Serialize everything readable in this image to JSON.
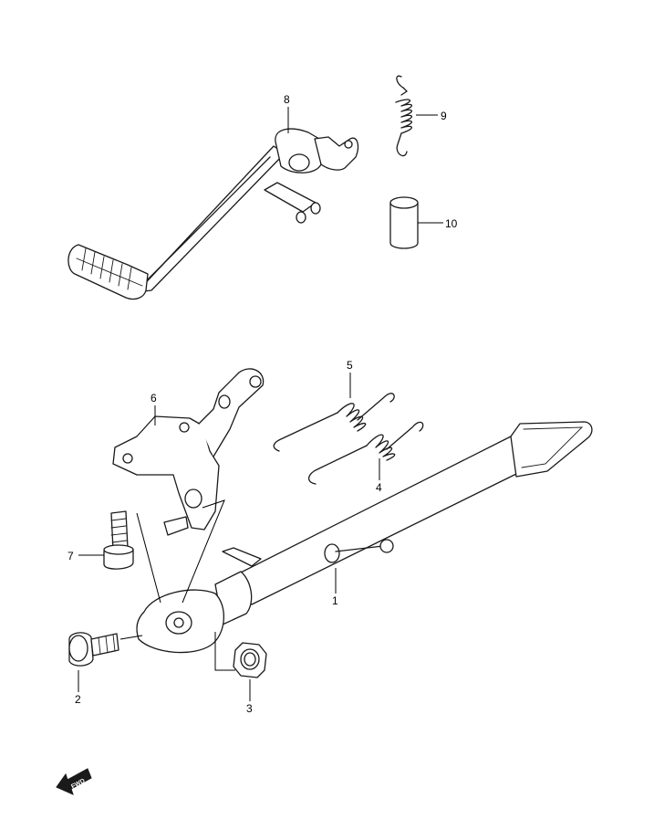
{
  "diagram": {
    "callouts": [
      {
        "id": "1",
        "label": "1"
      },
      {
        "id": "2",
        "label": "2"
      },
      {
        "id": "3",
        "label": "3"
      },
      {
        "id": "4",
        "label": "4"
      },
      {
        "id": "5",
        "label": "5"
      },
      {
        "id": "6",
        "label": "6"
      },
      {
        "id": "7",
        "label": "7"
      },
      {
        "id": "8",
        "label": "8"
      },
      {
        "id": "9",
        "label": "9"
      },
      {
        "id": "10",
        "label": "10"
      }
    ],
    "direction_marker": {
      "text": "FWD",
      "icon": "forward-arrow-icon"
    },
    "colors": {
      "line": "#1a1a1a",
      "background": "#ffffff"
    }
  }
}
